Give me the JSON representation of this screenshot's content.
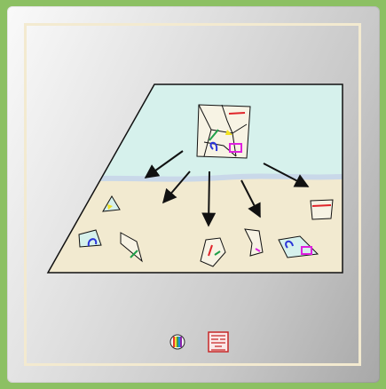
{
  "colors": {
    "background": "#8cc063",
    "frame": "#f3ead0",
    "water": "#d6f1ec",
    "sand": "#f2ead0",
    "shore": "#c9d8e9",
    "line": "#111111",
    "piece_red": "#e0242a",
    "piece_green": "#1ea04a",
    "piece_blue": "#2a34d8",
    "piece_magenta": "#e020e0",
    "piece_yellow": "#f2e21e"
  },
  "icons": {
    "map_pieces": "shattered-map-pieces",
    "logo_left": "rainbow-circle-logo",
    "logo_right": "red-seal-stamp"
  }
}
